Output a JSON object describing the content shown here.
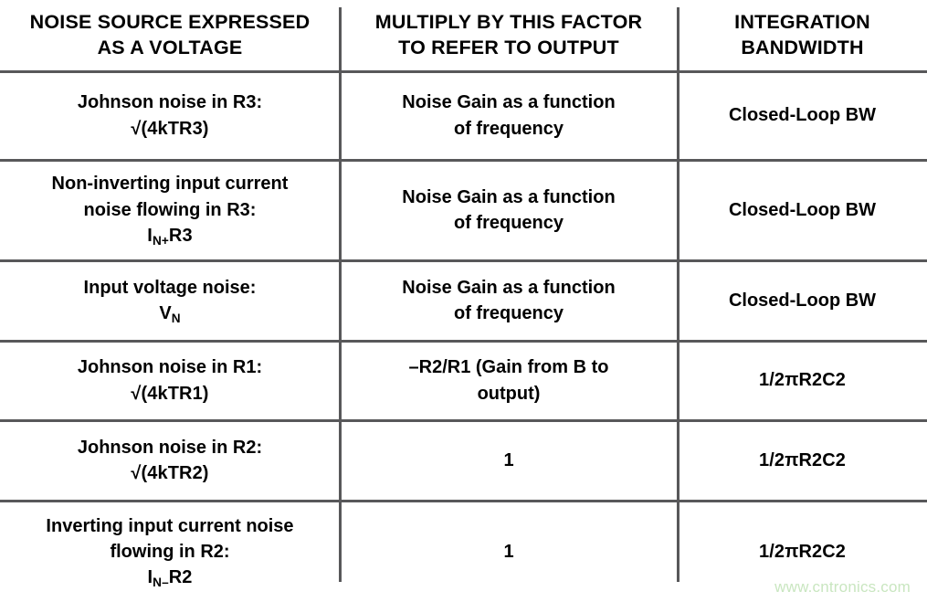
{
  "table": {
    "columns": [
      {
        "id": "source",
        "header_lines": [
          "NOISE SOURCE EXPRESSED",
          "AS A VOLTAGE"
        ]
      },
      {
        "id": "factor",
        "header_lines": [
          "MULTIPLY BY THIS FACTOR",
          "TO REFER TO OUTPUT"
        ]
      },
      {
        "id": "bandwidth",
        "header_lines": [
          "INTEGRATION",
          "BANDWIDTH"
        ]
      }
    ],
    "header": {
      "c1_l1": "NOISE SOURCE EXPRESSED",
      "c1_l2": "AS A VOLTAGE",
      "c2_l1": "MULTIPLY BY THIS FACTOR",
      "c2_l2": "TO REFER TO OUTPUT",
      "c3_l1": "INTEGRATION",
      "c3_l2": "BANDWIDTH"
    },
    "rows": [
      {
        "source_l1": "Johnson noise in R3:",
        "source_l2": "√(4kTR3)",
        "factor_l1": "Noise Gain as a function",
        "factor_l2": "of frequency",
        "bandwidth": "Closed-Loop BW"
      },
      {
        "source_l1": "Non-inverting input current",
        "source_l2": "noise flowing in R3:",
        "source_sym_base": "I",
        "source_sym_sub": "N+",
        "source_sym_tail": "R3",
        "factor_l1": "Noise Gain as a function",
        "factor_l2": "of frequency",
        "bandwidth": "Closed-Loop BW"
      },
      {
        "source_l1": "Input voltage noise:",
        "source_sym_base": "V",
        "source_sym_sub": "N",
        "source_sym_tail": "",
        "factor_l1": "Noise Gain as a function",
        "factor_l2": "of frequency",
        "bandwidth": "Closed-Loop BW"
      },
      {
        "source_l1": "Johnson noise in R1:",
        "source_l2": "√(4kTR1)",
        "factor_l1": "–R2/R1 (Gain from B to",
        "factor_l2": "output)",
        "bandwidth": "1/2πR2C2"
      },
      {
        "source_l1": "Johnson noise in R2:",
        "source_l2": "√(4kTR2)",
        "factor_l1": "1",
        "bandwidth": "1/2πR2C2"
      },
      {
        "source_l1": "Inverting input current noise",
        "source_l2": "flowing in R2:",
        "source_sym_base": "I",
        "source_sym_sub": "N–",
        "source_sym_tail": "R2",
        "factor_l1": "1",
        "bandwidth": "1/2πR2C2"
      }
    ]
  },
  "watermark": {
    "text": "www.cntronics.com",
    "color": "#c9e6c0"
  },
  "colors": {
    "rule": "#58585a",
    "text": "#000000",
    "background": "#ffffff"
  }
}
